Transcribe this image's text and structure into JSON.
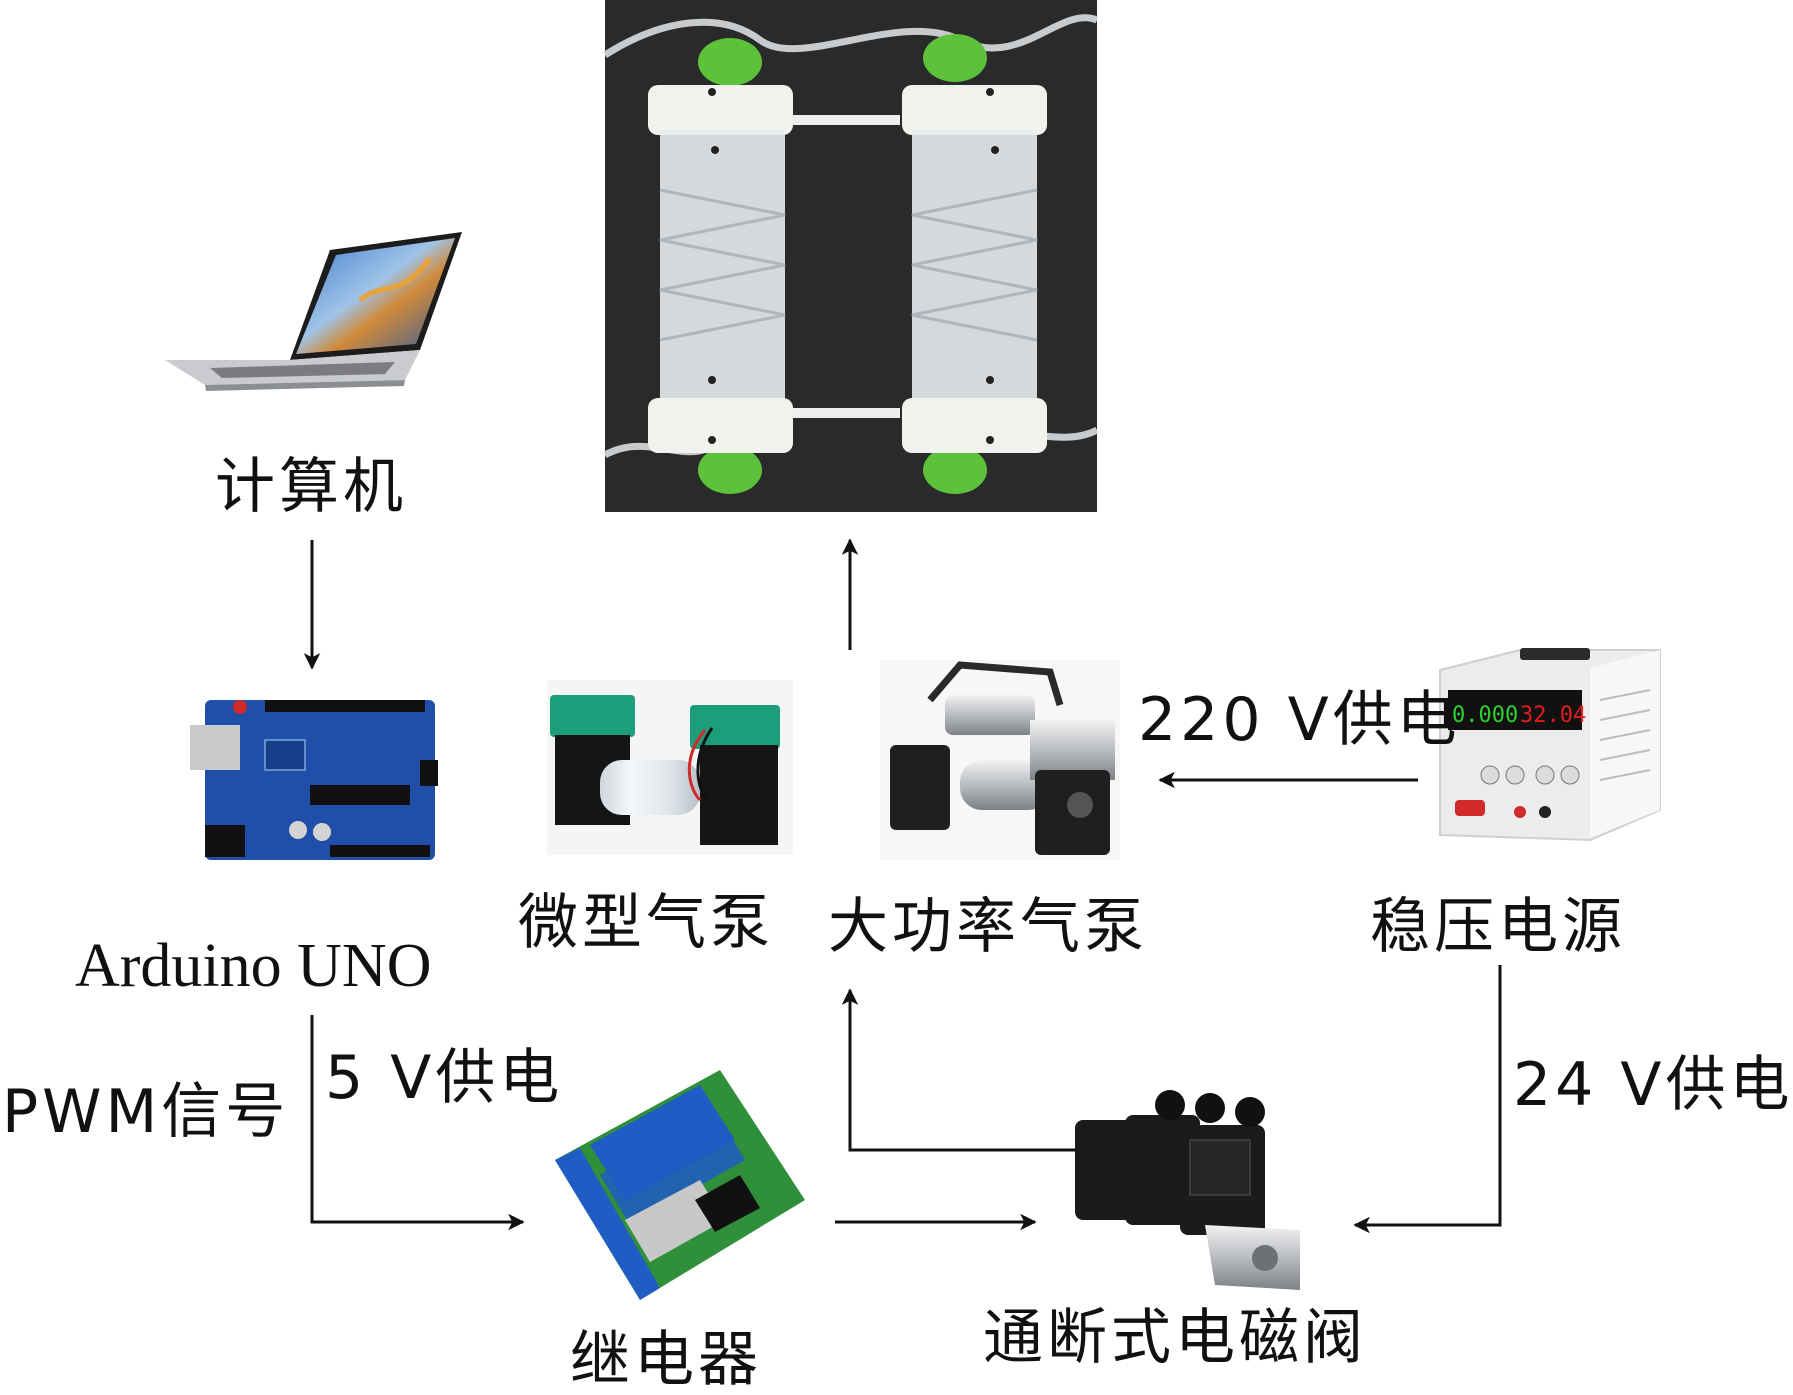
{
  "labels": {
    "computer": "计算机",
    "arduino": "Arduino UNO",
    "pwm": "PWM信号",
    "supply_5v": "5 V供电",
    "relay": "继电器",
    "micro_pump": "微型气泵",
    "high_power_pump": "大功率气泵",
    "supply_220v": "220 V供电",
    "regulated_psu": "稳压电源",
    "supply_24v": "24 V供电",
    "solenoid_valve": "通断式电磁阀"
  },
  "psu_display": {
    "current": "0.000",
    "voltage": "32.04"
  },
  "colors": {
    "line": "#111111",
    "arduino_board": "#1f4fa8",
    "relay_board": "#2f8f3a",
    "relay_module": "#1f5cc4",
    "pump_head": "#1c9e7a",
    "cap_green": "#5cc23a",
    "photo_background": "#2a2a2a",
    "psu_display_red": "#e11d1d",
    "psu_display_green": "#2ed12e"
  }
}
